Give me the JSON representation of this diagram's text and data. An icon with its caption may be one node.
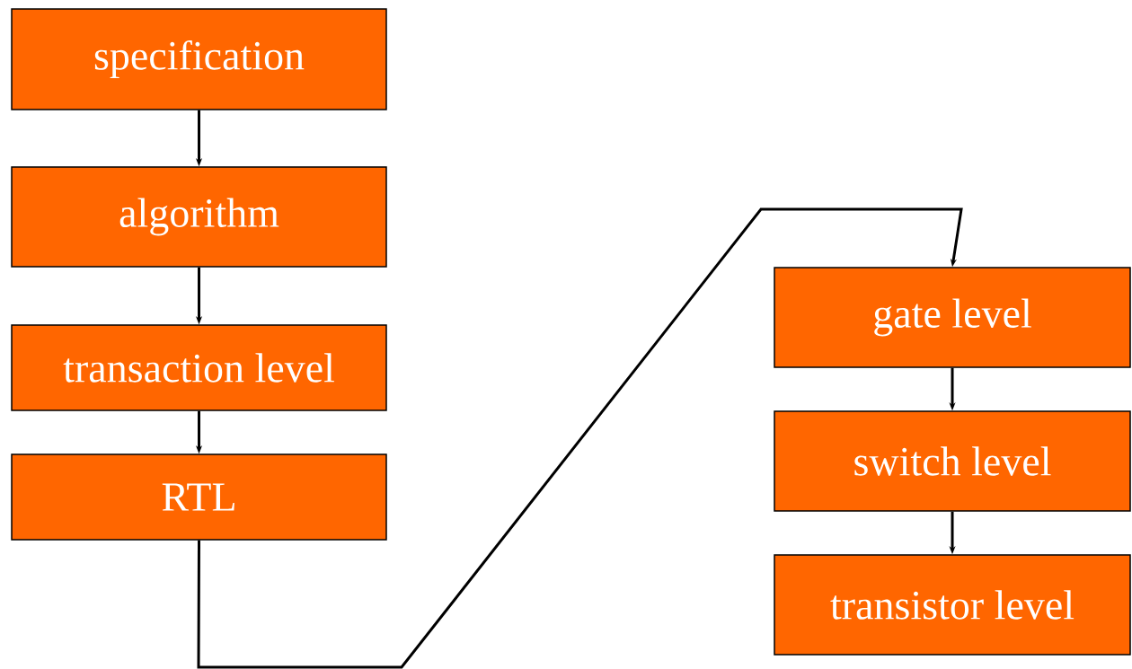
{
  "diagram": {
    "nodes": [
      {
        "text": [
          "specification"
        ]
      },
      {
        "text": [
          "algorithm"
        ]
      },
      {
        "text": [
          "transaction level"
        ]
      },
      {
        "text": [
          "RTL"
        ]
      },
      {
        "text": [
          "gate level"
        ]
      },
      {
        "text": [
          "switch level"
        ]
      },
      {
        "text": [
          "transistor level"
        ]
      }
    ],
    "edges": [
      {
        "from": 0,
        "to": 1,
        "arrow": "to"
      },
      {
        "from": 1,
        "to": 2,
        "arrow": "to"
      },
      {
        "from": 2,
        "to": 3,
        "arrow": "to"
      },
      {
        "from": 3,
        "to": 4,
        "arrow": "to"
      },
      {
        "from": 4,
        "to": 5,
        "arrow": "to"
      },
      {
        "from": 5,
        "to": 6,
        "arrow": "to"
      }
    ]
  }
}
